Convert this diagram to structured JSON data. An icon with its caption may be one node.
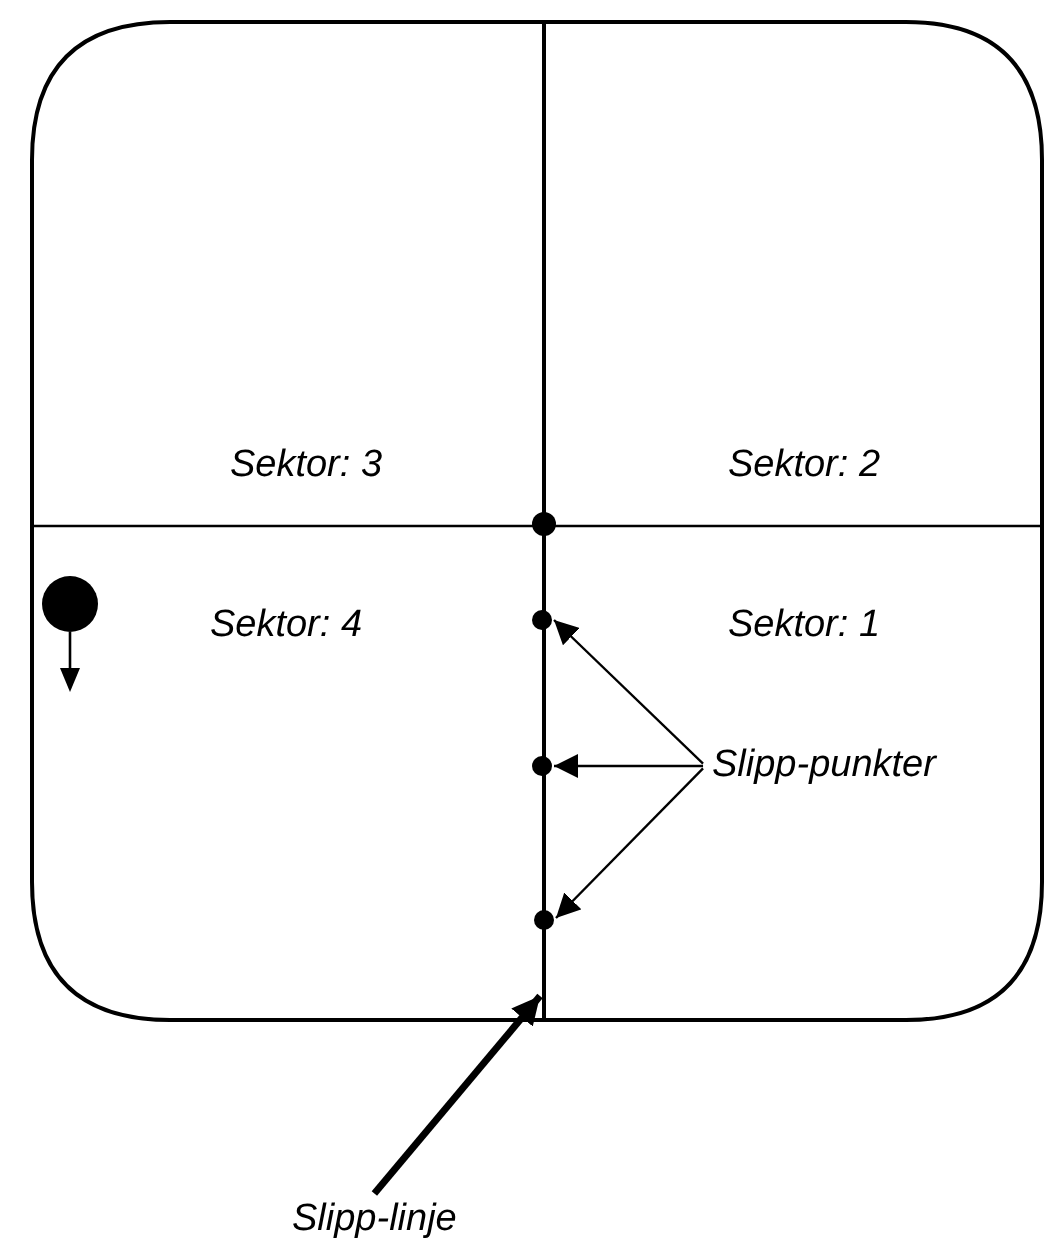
{
  "diagram": {
    "nodes": [
      {
        "text": [
          "Slipp-punkter"
        ]
      },
      {
        "text": [],
        "shape": "circle"
      },
      {
        "text": [],
        "shape": "circle"
      },
      {
        "text": [],
        "shape": "circle"
      },
      {
        "text": [
          "Slipp-linje"
        ]
      },
      {
        "text": [],
        "shape": "line"
      }
    ],
    "edges": [
      {
        "from": 0,
        "to": 1,
        "arrow": "to"
      },
      {
        "from": 0,
        "to": 2,
        "arrow": "to"
      },
      {
        "from": 0,
        "to": 3,
        "arrow": "to"
      },
      {
        "from": 4,
        "to": 5,
        "arrow": "to",
        "style": "thick"
      }
    ],
    "labels": [
      "Sektor: 3",
      "Sektor: 2",
      "Sektor: 4",
      "Sektor: 1"
    ]
  }
}
